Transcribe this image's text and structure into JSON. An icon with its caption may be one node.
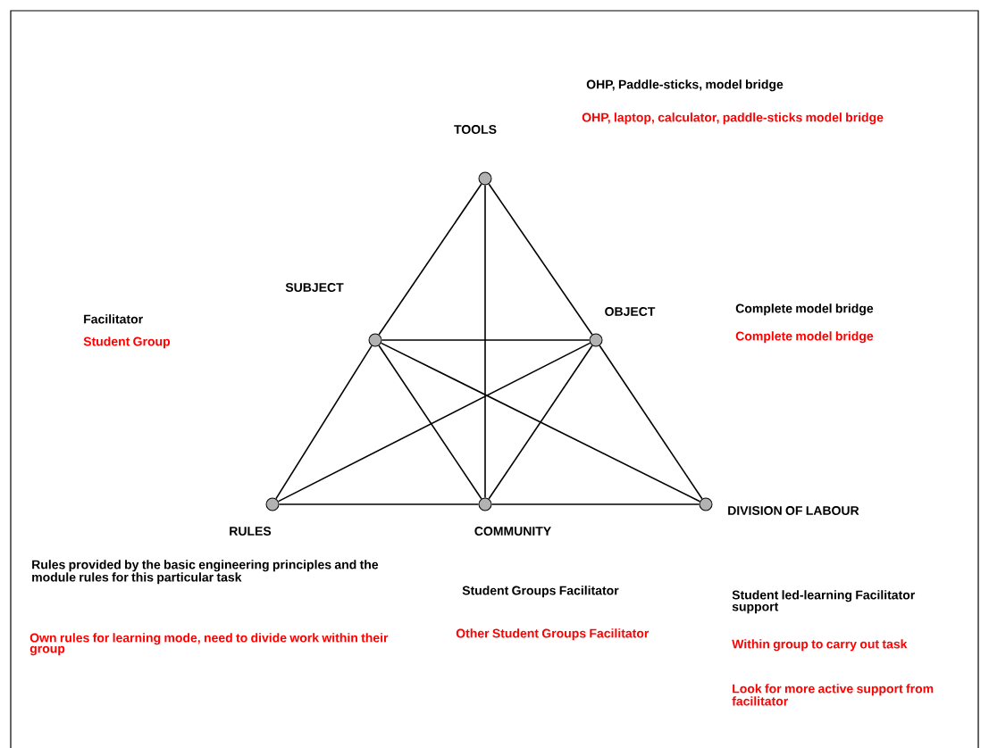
{
  "diagram": {
    "nodes": [
      {
        "text": [
          "TOOLS"
        ],
        "beside": [
          "OHP, Paddle-sticks, model bridge",
          "OHP, laptop, calculator, paddle-sticks model bridge"
        ]
      },
      {
        "text": [
          "SUBJECT"
        ],
        "beside": [
          "Facilitator",
          "Student Group"
        ]
      },
      {
        "text": [
          "OBJECT"
        ],
        "beside": [
          "Complete model bridge",
          "Complete model bridge"
        ]
      },
      {
        "text": [
          "RULES"
        ],
        "beside": [
          "Rules provided by the basic engineering principles and the module rules for this particular task",
          "Own rules for learning mode, need to divide work within their group"
        ]
      },
      {
        "text": [
          "COMMUNITY"
        ],
        "beside": [
          "Student Groups Facilitator",
          "Other Student Groups Facilitator"
        ]
      },
      {
        "text": [
          "DIVISION OF LABOUR"
        ],
        "beside": [
          "Student led-learning Facilitator support",
          "Within group to carry out task",
          "Look for more active support from facilitator"
        ]
      }
    ],
    "edges": [
      {
        "from": 0,
        "to": 1,
        "arrow": "none"
      },
      {
        "from": 0,
        "to": 2,
        "arrow": "none"
      },
      {
        "from": 0,
        "to": 4,
        "arrow": "none"
      },
      {
        "from": 1,
        "to": 2,
        "arrow": "none"
      },
      {
        "from": 1,
        "to": 3,
        "arrow": "none"
      },
      {
        "from": 1,
        "to": 4,
        "arrow": "none"
      },
      {
        "from": 1,
        "to": 5,
        "arrow": "none"
      },
      {
        "from": 2,
        "to": 3,
        "arrow": "none"
      },
      {
        "from": 2,
        "to": 4,
        "arrow": "none"
      },
      {
        "from": 2,
        "to": 5,
        "arrow": "none"
      },
      {
        "from": 3,
        "to": 4,
        "arrow": "none"
      },
      {
        "from": 4,
        "to": 5,
        "arrow": "none"
      }
    ]
  }
}
